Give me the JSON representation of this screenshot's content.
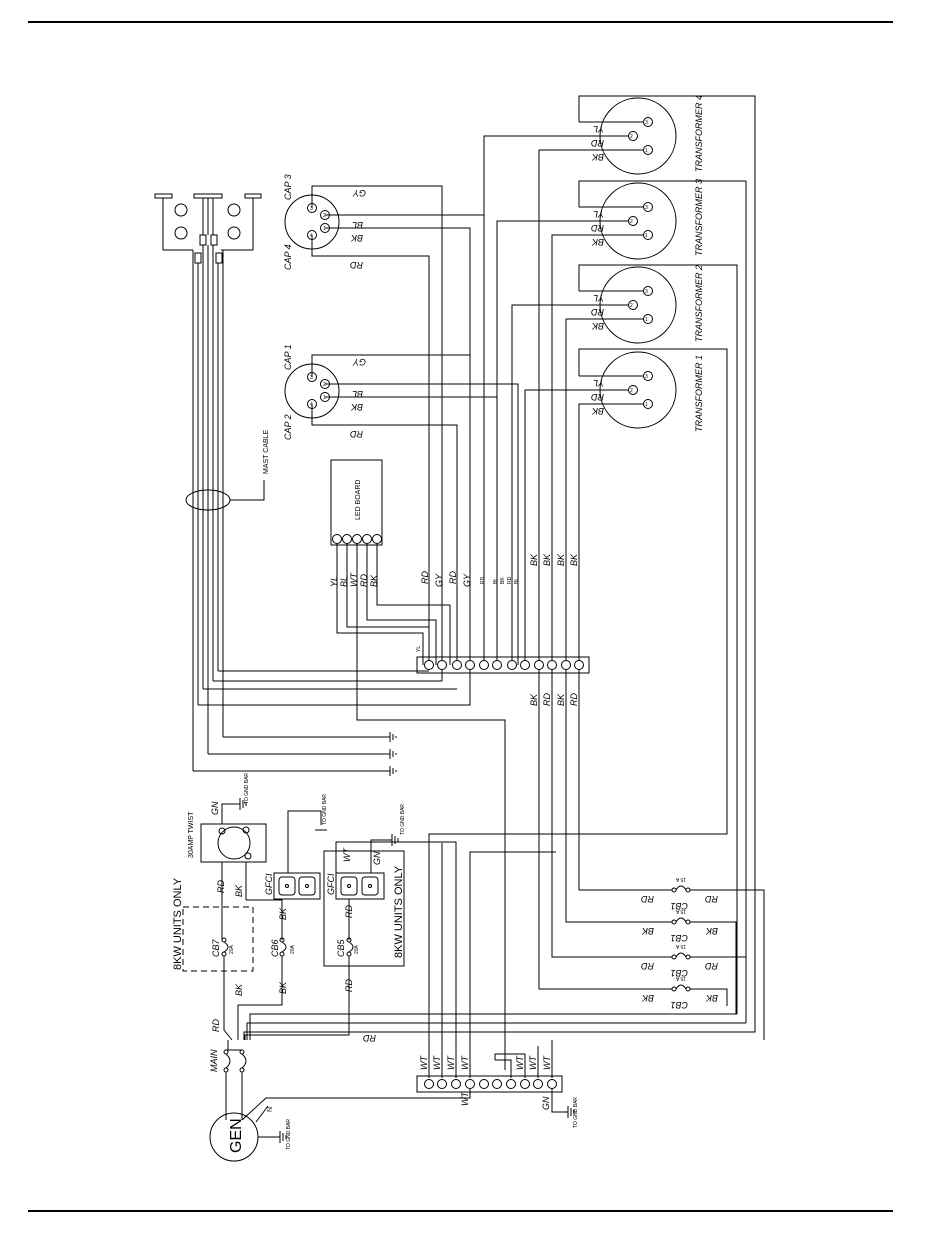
{
  "diagram": {
    "transformers": [
      {
        "label": "TRANSFORMER 4",
        "wires": [
          "YL",
          "RD",
          "BK"
        ]
      },
      {
        "label": "TRANSFORMER 3",
        "wires": [
          "YL",
          "RD",
          "BK"
        ]
      },
      {
        "label": "TRANSFORMER 2",
        "wires": [
          "YL",
          "RD",
          "BK"
        ]
      },
      {
        "label": "TRANSFORMER 1",
        "wires": [
          "YL",
          "RD",
          "BK"
        ]
      }
    ],
    "capacitors": [
      {
        "top": "CAP 3",
        "bottom": "CAP 4",
        "wires": [
          "GY",
          "BL",
          "BK",
          "RD"
        ]
      },
      {
        "top": "CAP 1",
        "bottom": "CAP 2",
        "wires": [
          "GY",
          "BL",
          "BK",
          "RD"
        ]
      }
    ],
    "mast_cable": "MAST CABLE",
    "led_board": "LED BOARD",
    "led_wires": [
      "YL",
      "BL",
      "WT",
      "RD",
      "BK"
    ],
    "term_upper_wires": [
      "RD",
      "GY",
      "RD",
      "GY",
      "RD",
      "BL",
      "BK",
      "RD",
      "BL",
      "BK",
      "BK",
      "BK",
      "BK"
    ],
    "term_upper_low": [
      "BK",
      "RD",
      "BK",
      "RD"
    ],
    "term_upper_yl": "YL",
    "twist_lock": "30AMP TWIST",
    "to_gnd_bar": "TO GND BAR",
    "gn": "GN",
    "gfci": [
      "GFCI",
      "GFCI"
    ],
    "wt": "WT",
    "eight_kw_only": "8KW UNITS ONLY",
    "eight_kw_only_dash": "8KW UNITS ONLY",
    "breakers": {
      "cb7": "CB7",
      "cb7_rating": "20A",
      "cb6": "CB6",
      "cb6_rating": "20A",
      "cb5": "CB5",
      "cb5_rating": "20A"
    },
    "rd": "RD",
    "bk": "BK",
    "main": "MAIN",
    "gen": "GEN",
    "n": "N",
    "cb1_label": "CB1",
    "cb1_rating": "15 A",
    "cb1_wires": [
      "RD",
      "BK",
      "RD",
      "BK"
    ],
    "lower_term_wires": [
      "WT",
      "WT",
      "WT",
      "WT",
      "WT",
      "WT",
      "WT"
    ],
    "lower_term_bottom": "WT"
  }
}
